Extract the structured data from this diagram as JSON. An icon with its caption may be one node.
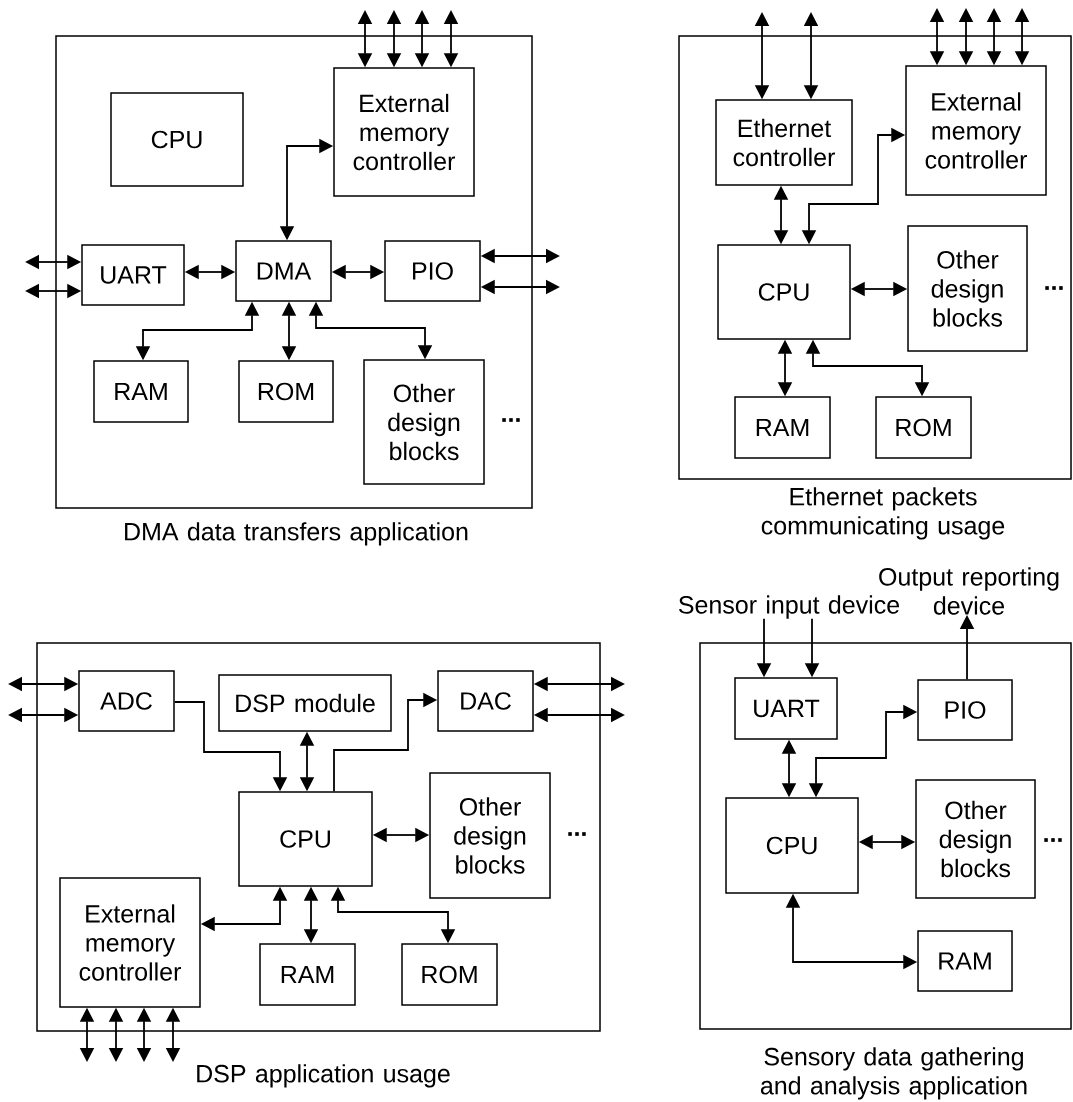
{
  "diagram": {
    "nodes": [
      {
        "text": [],
        "shape": "box",
        "beside": [
          "DMA data transfers application"
        ]
      },
      {
        "text": [
          "CPU"
        ],
        "in": 0
      },
      {
        "text": [
          "External memory controller"
        ],
        "in": 0
      },
      {
        "text": [
          "UART"
        ],
        "in": 0
      },
      {
        "text": [
          "DMA"
        ],
        "in": 0
      },
      {
        "text": [
          "PIO"
        ],
        "in": 0
      },
      {
        "text": [
          "RAM"
        ],
        "in": 0
      },
      {
        "text": [
          "ROM"
        ],
        "in": 0
      },
      {
        "text": [
          "Other design blocks"
        ],
        "in": 0,
        "beside": [
          "..."
        ]
      },
      {
        "text": [],
        "shape": "box",
        "beside": [
          "Ethernet packets communicating usage"
        ]
      },
      {
        "text": [
          "Ethernet controller"
        ],
        "in": 9
      },
      {
        "text": [
          "External memory controller"
        ],
        "in": 9
      },
      {
        "text": [
          "CPU"
        ],
        "in": 9
      },
      {
        "text": [
          "Other design blocks"
        ],
        "in": 9,
        "beside": [
          "..."
        ]
      },
      {
        "text": [
          "RAM"
        ],
        "in": 9
      },
      {
        "text": [
          "ROM"
        ],
        "in": 9
      },
      {
        "text": [],
        "shape": "box",
        "beside": [
          "DSP application usage"
        ]
      },
      {
        "text": [
          "ADC"
        ],
        "in": 16
      },
      {
        "text": [
          "DSP module"
        ],
        "in": 16
      },
      {
        "text": [
          "DAC"
        ],
        "in": 16
      },
      {
        "text": [
          "CPU"
        ],
        "in": 16
      },
      {
        "text": [
          "Other design blocks"
        ],
        "in": 16,
        "beside": [
          "..."
        ]
      },
      {
        "text": [
          "External memory controller"
        ],
        "in": 16
      },
      {
        "text": [
          "RAM"
        ],
        "in": 16
      },
      {
        "text": [
          "ROM"
        ],
        "in": 16
      },
      {
        "text": [
          "Sensor input device"
        ]
      },
      {
        "text": [
          "Output reporting device"
        ]
      },
      {
        "text": [],
        "shape": "box",
        "beside": [
          "Sensory data gathering and analysis application"
        ]
      },
      {
        "text": [
          "UART"
        ],
        "in": 27
      },
      {
        "text": [
          "PIO"
        ],
        "in": 27
      },
      {
        "text": [
          "CPU"
        ],
        "in": 27
      },
      {
        "text": [
          "Other design blocks"
        ],
        "in": 27,
        "beside": [
          "..."
        ]
      },
      {
        "text": [
          "RAM"
        ],
        "in": 27
      }
    ],
    "edges": [
      {
        "from": 2,
        "to": null,
        "arrow": "both"
      },
      {
        "from": 2,
        "to": null,
        "arrow": "both"
      },
      {
        "from": 2,
        "to": null,
        "arrow": "both"
      },
      {
        "from": 2,
        "to": null,
        "arrow": "both"
      },
      {
        "from": 3,
        "to": null,
        "arrow": "both"
      },
      {
        "from": 3,
        "to": null,
        "arrow": "both"
      },
      {
        "from": 2,
        "to": 4,
        "arrow": "both"
      },
      {
        "from": 3,
        "to": 4,
        "arrow": "both"
      },
      {
        "from": 4,
        "to": 5,
        "arrow": "both"
      },
      {
        "from": 5,
        "to": null,
        "arrow": "both"
      },
      {
        "from": 5,
        "to": null,
        "arrow": "both"
      },
      {
        "from": 4,
        "to": 6,
        "arrow": "both"
      },
      {
        "from": 4,
        "to": 7,
        "arrow": "both"
      },
      {
        "from": 4,
        "to": 8,
        "arrow": "both"
      },
      {
        "from": 10,
        "to": null,
        "arrow": "both"
      },
      {
        "from": 10,
        "to": null,
        "arrow": "both"
      },
      {
        "from": 11,
        "to": null,
        "arrow": "both"
      },
      {
        "from": 11,
        "to": null,
        "arrow": "both"
      },
      {
        "from": 11,
        "to": null,
        "arrow": "both"
      },
      {
        "from": 11,
        "to": null,
        "arrow": "both"
      },
      {
        "from": 10,
        "to": 12,
        "arrow": "both"
      },
      {
        "from": 11,
        "to": 12,
        "arrow": "both"
      },
      {
        "from": 12,
        "to": 13,
        "arrow": "both"
      },
      {
        "from": 12,
        "to": 14,
        "arrow": "both"
      },
      {
        "from": 12,
        "to": 15,
        "arrow": "both"
      },
      {
        "from": 17,
        "to": null,
        "arrow": "both"
      },
      {
        "from": 17,
        "to": null,
        "arrow": "both"
      },
      {
        "from": 17,
        "to": 20,
        "arrow": "to"
      },
      {
        "from": 18,
        "to": 20,
        "arrow": "both"
      },
      {
        "from": 20,
        "to": 19,
        "arrow": "to"
      },
      {
        "from": 19,
        "to": null,
        "arrow": "both"
      },
      {
        "from": 19,
        "to": null,
        "arrow": "both"
      },
      {
        "from": 20,
        "to": 21,
        "arrow": "both"
      },
      {
        "from": 20,
        "to": 22,
        "arrow": "both"
      },
      {
        "from": 20,
        "to": 23,
        "arrow": "both"
      },
      {
        "from": 20,
        "to": 24,
        "arrow": "both"
      },
      {
        "from": 22,
        "to": null,
        "arrow": "both"
      },
      {
        "from": 22,
        "to": null,
        "arrow": "both"
      },
      {
        "from": 22,
        "to": null,
        "arrow": "both"
      },
      {
        "from": 22,
        "to": null,
        "arrow": "both"
      },
      {
        "from": 25,
        "to": 28,
        "arrow": "to"
      },
      {
        "from": 25,
        "to": 28,
        "arrow": "to"
      },
      {
        "from": 29,
        "to": 26,
        "arrow": "to"
      },
      {
        "from": 28,
        "to": 30,
        "arrow": "both"
      },
      {
        "from": 29,
        "to": 30,
        "arrow": "both"
      },
      {
        "from": 30,
        "to": 31,
        "arrow": "both"
      },
      {
        "from": 30,
        "to": 32,
        "arrow": "both"
      }
    ]
  }
}
